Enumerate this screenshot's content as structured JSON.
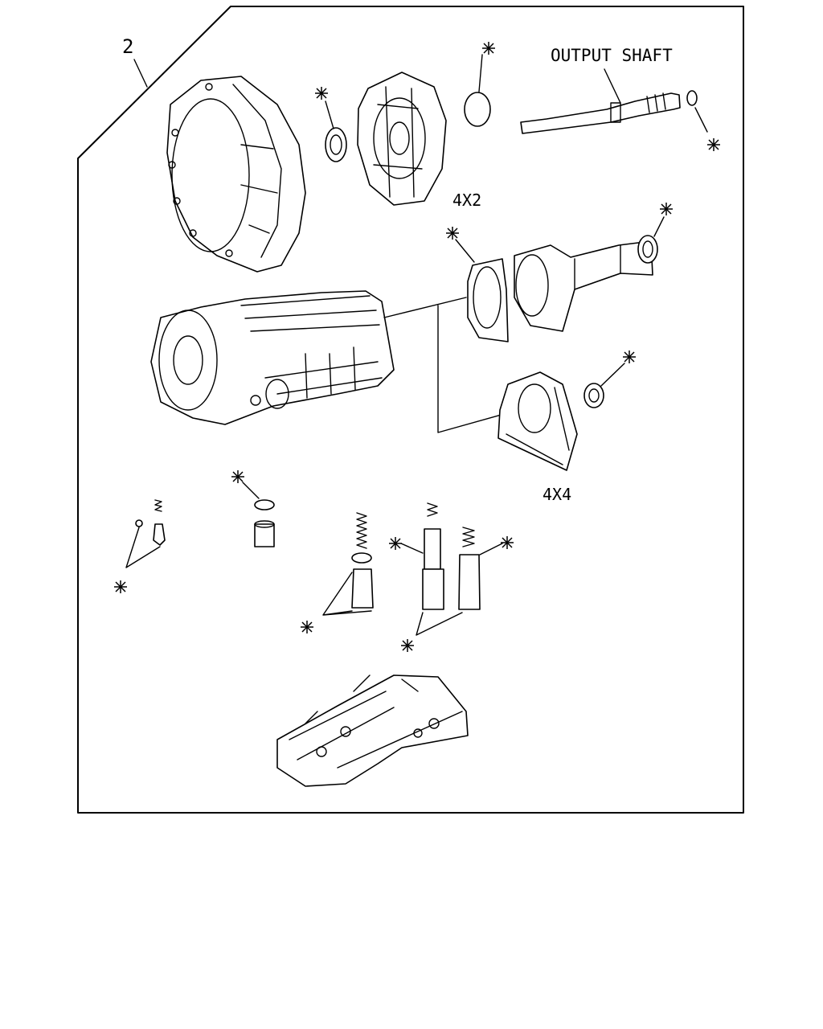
{
  "labels": {
    "assembly_number": "2",
    "output_shaft": "OUTPUT SHAFT",
    "variant_4x2": "4X2",
    "variant_4x4": "4X4",
    "marker": "※"
  },
  "icons": {
    "marker": "asterisk-marker-icon"
  }
}
